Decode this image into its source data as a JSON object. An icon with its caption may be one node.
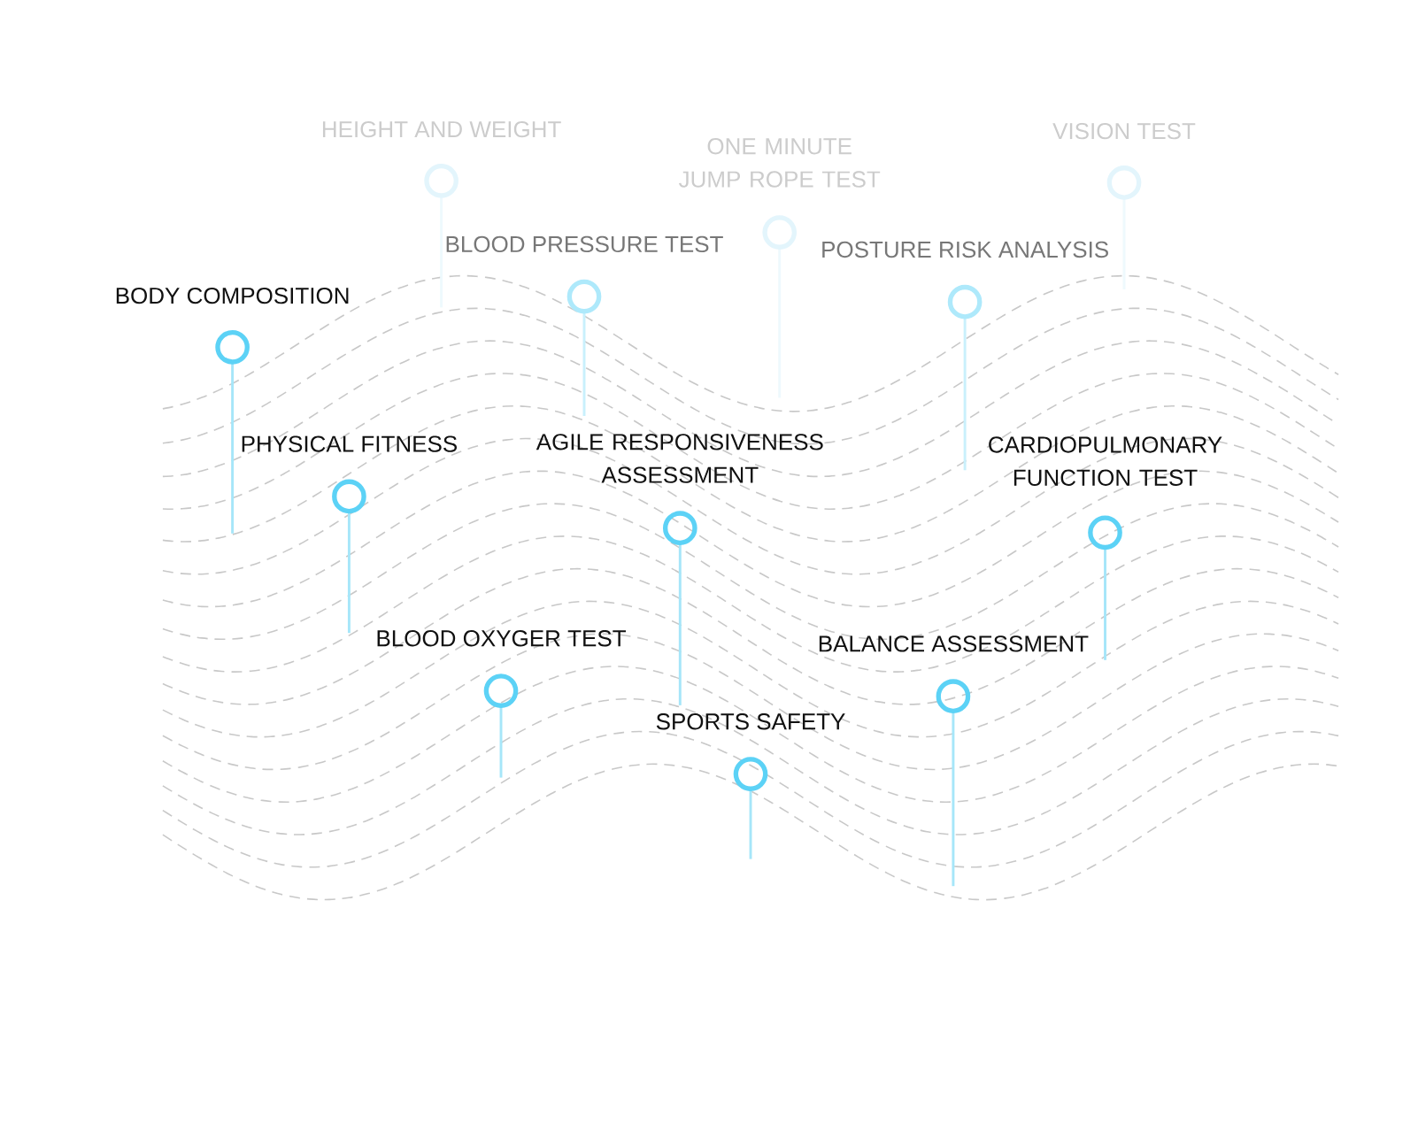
{
  "diagram": {
    "labels": [
      "HEIGHT AND WEIGHT",
      "VISION TEST",
      "ONE MINUTE JUMP ROPE TEST",
      "BLOOD PRESSURE TEST",
      "POSTURE RISK ANALYSIS",
      "BODY COMPOSITION",
      "AGILE RESPONSIVENESS ASSESSMENT",
      "PHYSICAL FITNESS",
      "CARDIOPULMONARY FUNCTION TEST",
      "BLOOD OXYGER TEST",
      "BALANCE ASSESSMENT",
      "SPORTS SAFETY"
    ]
  }
}
